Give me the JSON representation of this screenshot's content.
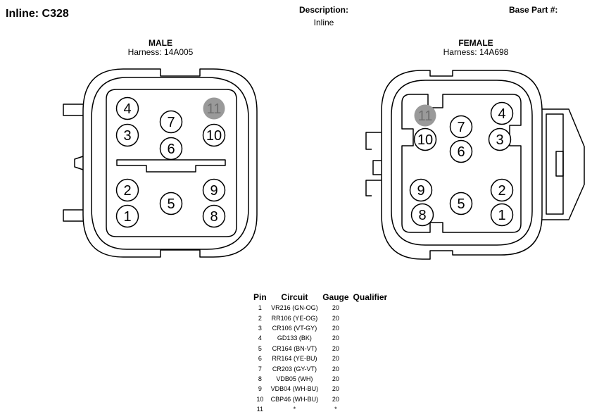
{
  "header": {
    "title": "Inline: C328",
    "description_label": "Description:",
    "description_value": "Inline",
    "base_part_label": "Base Part #:"
  },
  "male": {
    "gender": "MALE",
    "harness": "Harness: 14A005",
    "pins": [
      "1",
      "2",
      "3",
      "4",
      "5",
      "6",
      "7",
      "8",
      "9",
      "10",
      "11"
    ],
    "unused_pin": "11",
    "unused_fill": "#9a9a9a"
  },
  "female": {
    "gender": "FEMALE",
    "harness": "Harness: 14A698",
    "pins": [
      "1",
      "2",
      "3",
      "4",
      "5",
      "6",
      "7",
      "8",
      "9",
      "10",
      "11"
    ],
    "unused_pin": "11",
    "unused_fill": "#9a9a9a"
  },
  "pin_table": {
    "headers": [
      "Pin",
      "Circuit",
      "Gauge",
      "Qualifier"
    ],
    "rows": [
      {
        "pin": "1",
        "circuit": "VR216 (GN-OG)",
        "gauge": "20",
        "qualifier": ""
      },
      {
        "pin": "2",
        "circuit": "RR106 (YE-OG)",
        "gauge": "20",
        "qualifier": ""
      },
      {
        "pin": "3",
        "circuit": "CR106 (VT-GY)",
        "gauge": "20",
        "qualifier": ""
      },
      {
        "pin": "4",
        "circuit": "GD133 (BK)",
        "gauge": "20",
        "qualifier": ""
      },
      {
        "pin": "5",
        "circuit": "CR164 (BN-VT)",
        "gauge": "20",
        "qualifier": ""
      },
      {
        "pin": "6",
        "circuit": "RR164 (YE-BU)",
        "gauge": "20",
        "qualifier": ""
      },
      {
        "pin": "7",
        "circuit": "CR203 (GY-VT)",
        "gauge": "20",
        "qualifier": ""
      },
      {
        "pin": "8",
        "circuit": "VDB05 (WH)",
        "gauge": "20",
        "qualifier": ""
      },
      {
        "pin": "9",
        "circuit": "VDB04 (WH-BU)",
        "gauge": "20",
        "qualifier": ""
      },
      {
        "pin": "10",
        "circuit": "CBP46 (WH-BU)",
        "gauge": "20",
        "qualifier": ""
      },
      {
        "pin": "11",
        "circuit": "*",
        "gauge": "*",
        "qualifier": ""
      }
    ]
  }
}
